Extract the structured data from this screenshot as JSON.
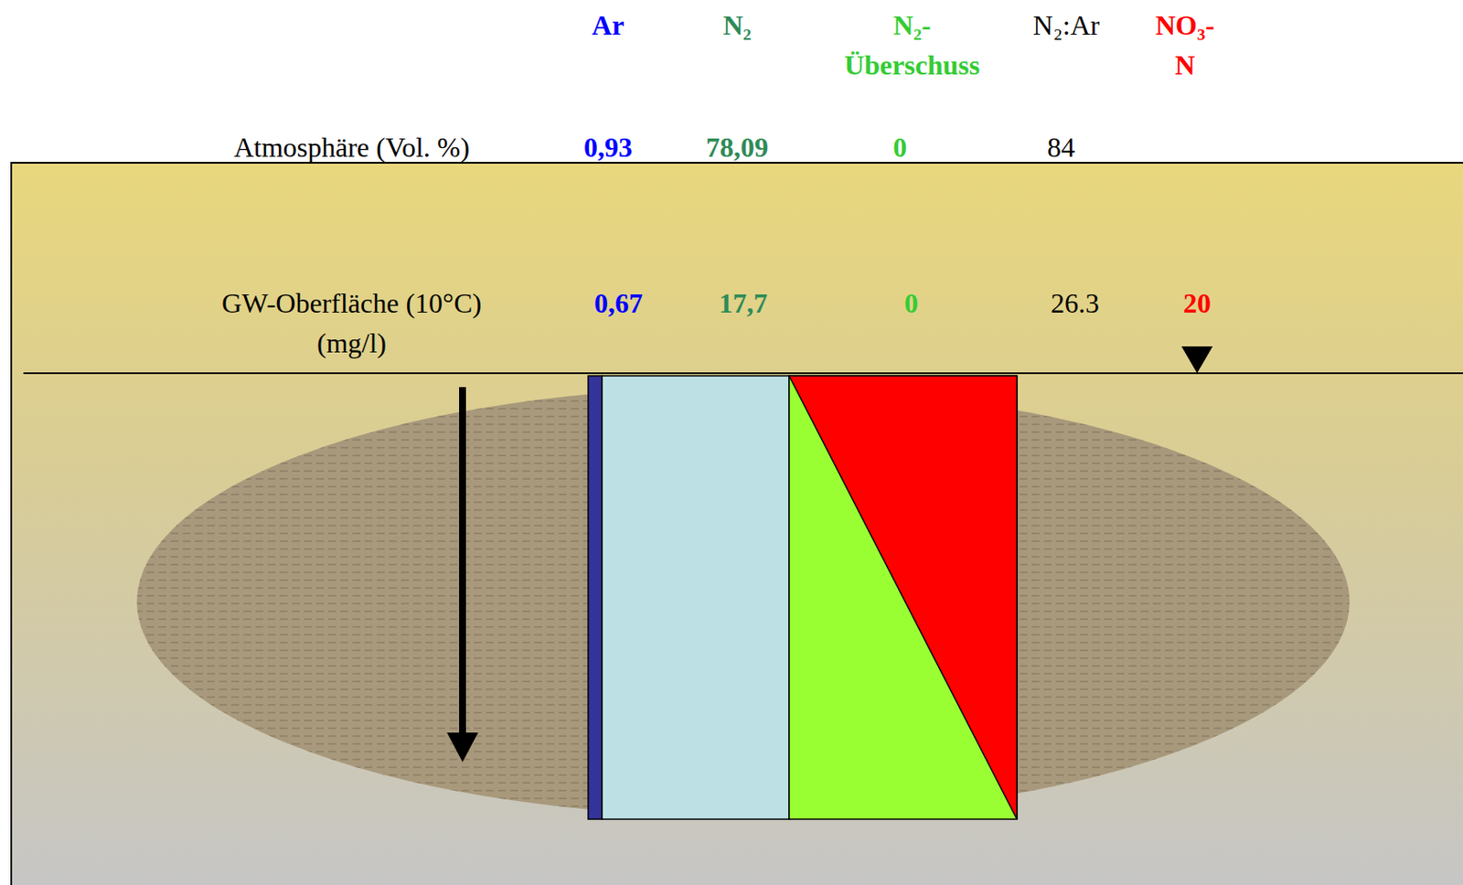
{
  "diagram": {
    "labels": [
      "Ar",
      "N₂",
      "N₂-Überschuss",
      "N₂:Ar",
      "NO₃-N",
      "Atmosphäre (Vol. %)",
      "0,93",
      "78,09",
      "0",
      "84",
      "GW-Oberfläche (10°C) (mg/l)",
      "0,67",
      "17,7",
      "0",
      "26.3",
      "20"
    ]
  }
}
